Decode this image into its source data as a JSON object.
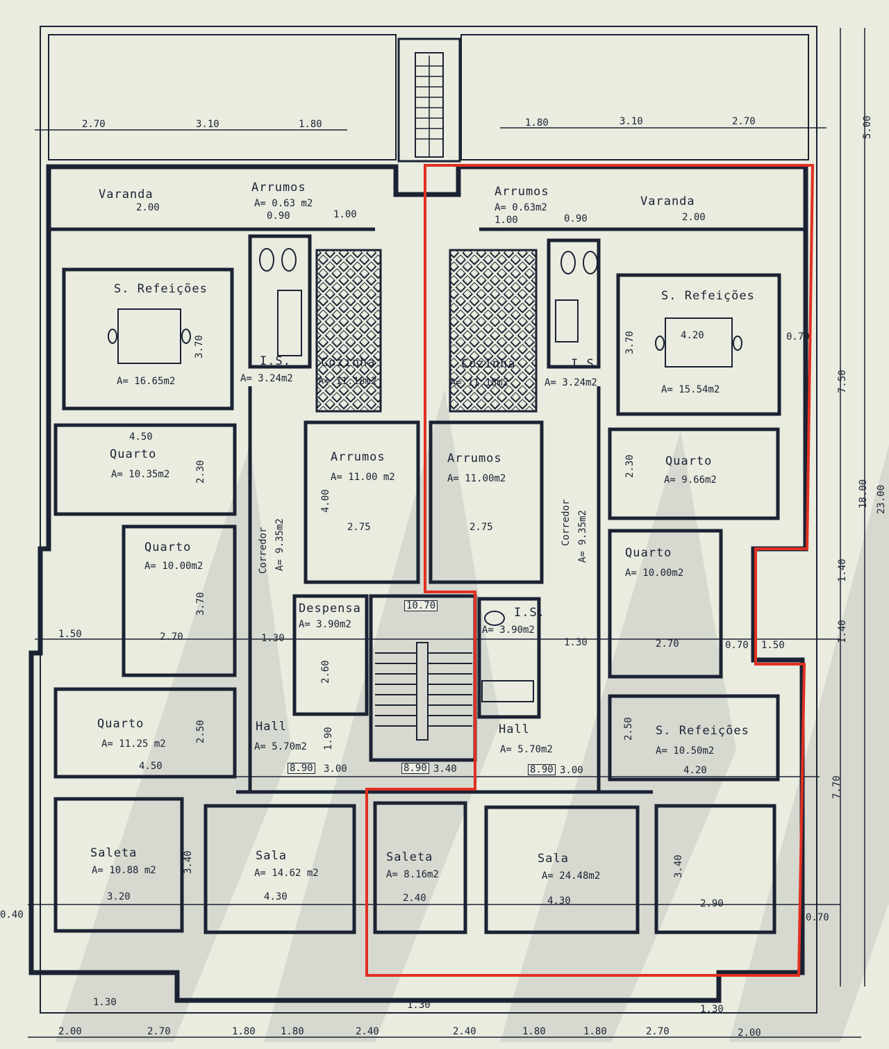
{
  "colors": {
    "paper": "#e9ecdf",
    "ink": "#1a2233",
    "highlight": "#e03022",
    "shade": "#c9ccc4"
  },
  "left": {
    "varanda": "Varanda",
    "varanda_dim": "2.00",
    "arrumos_top": "Arrumos",
    "arrumos_top_area": "A= 0.63 m2",
    "srefeicoes": "S. Refeições",
    "srefeicoes_area": "A= 16.65m2",
    "is": "I.S.",
    "is_area": "A= 3.24m2",
    "cozinha": "Cozinha",
    "cozinha_area": "A= 11.18m2",
    "quarto1": "Quarto",
    "quarto1_area": "A= 10.35m2",
    "arrumos": "Arrumos",
    "arrumos_area": "A= 11.00 m2",
    "corredor": "Corredor",
    "corredor_area": "A= 9.35m2",
    "quarto2": "Quarto",
    "quarto2_area": "A= 10.00m2",
    "despensa": "Despensa",
    "despensa_area": "A= 3.90m2",
    "quarto3": "Quarto",
    "quarto3_area": "A= 11.25 m2",
    "hall": "Hall",
    "hall_area": "A= 5.70m2",
    "saleta": "Saleta",
    "saleta_area": "A= 10.88 m2",
    "sala": "Sala",
    "sala_area": "A= 14.62 m2"
  },
  "right": {
    "varanda": "Varanda",
    "varanda_dim": "2.00",
    "arrumos_top": "Arrumos",
    "arrumos_top_area": "A= 0.63m2",
    "srefeicoes": "S. Refeições",
    "srefeicoes_area": "A= 15.54m2",
    "is": "I.S.",
    "is_area": "A= 3.24m2",
    "cozinha": "Cozinha",
    "cozinha_area": "A= 11.18m2",
    "arrumos": "Arrumos",
    "arrumos_area": "A= 11.00m2",
    "corredor": "Corredor",
    "corredor_area": "A= 9.35m2",
    "quarto1": "Quarto",
    "quarto1_area": "A= 9.66m2",
    "quarto2": "Quarto",
    "quarto2_area": "A= 10.00m2",
    "is2": "I.S.",
    "is2_area": "A= 3.90m2",
    "hall": "Hall",
    "hall_area": "A= 5.70m2",
    "srefeicoes2": "S. Refeições",
    "srefeicoes2_area": "A= 10.50m2",
    "saleta": "Saleta",
    "saleta_area": "A= 8.16m2",
    "sala": "Sala",
    "sala_area": "A= 24.48m2"
  },
  "stair_level_top": "10.70",
  "level_left": "8.90",
  "level_center": "8.90",
  "level_right": "8.90",
  "dims_top_left": [
    "2.70",
    "3.10",
    "1.80"
  ],
  "dims_top_right": [
    "1.80",
    "3.10",
    "2.70"
  ],
  "dims_bottom": [
    "2.00",
    "2.70",
    "1.80",
    "1.80",
    "2.40",
    "2.40",
    "1.80",
    "1.80",
    "2.70",
    "2.00"
  ],
  "dims_right": [
    "5.00",
    "7.50",
    "18.00",
    "23.00",
    "1.40",
    "1.40",
    "7.70"
  ],
  "dims_misc": {
    "d090a": "0.90",
    "d100a": "1.00",
    "d100b": "1.00",
    "d090b": "0.90",
    "d450a": "4.50",
    "d450b": "4.50",
    "d275a": "2.75",
    "d275b": "2.75",
    "d270a": "2.70",
    "d270b": "2.70",
    "d420a": "4.20",
    "d420b": "4.20",
    "d150a": "1.50",
    "d150b": "1.50",
    "d130a": "1.30",
    "d130b": "1.30",
    "d300a": "3.00",
    "d340": "3.40",
    "d300b": "3.00",
    "d320": "3.20",
    "d430a": "4.30",
    "d240": "2.40",
    "d430b": "4.30",
    "d290": "2.90",
    "d040": "0.40",
    "d070a": "0.70",
    "d070b": "0.70",
    "d070c": "0.70",
    "d130c": "1.30",
    "d130d": "1.30",
    "d130e": "1.30",
    "v370a": "3.70",
    "v370b": "3.70",
    "v370c": "3.70",
    "v230a": "2.30",
    "v230b": "2.30",
    "v400": "4.00",
    "v250a": "2.50",
    "v250b": "2.50",
    "v340a": "3.40",
    "v340b": "3.40",
    "v260": "2.60",
    "v190": "1.90"
  }
}
